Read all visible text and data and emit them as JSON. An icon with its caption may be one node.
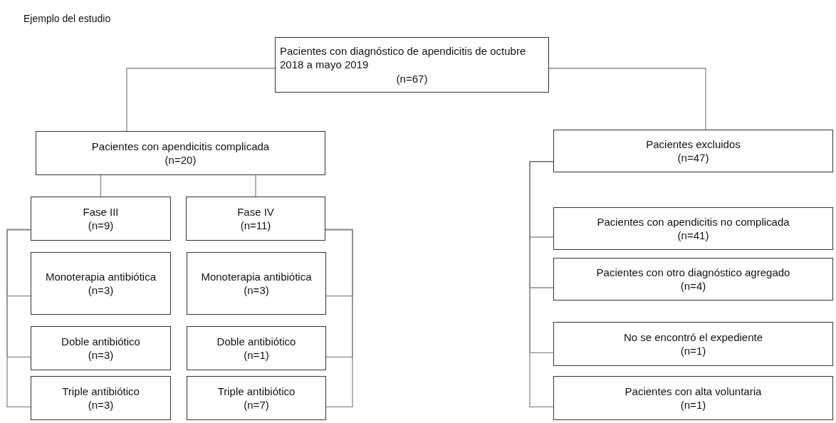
{
  "diagram": {
    "title": "Ejemplo del estudio",
    "nodes": [
      {
        "text": [
          "Pacientes con diagnóstico de apendicitis de octubre 2018 a mayo 2019",
          "(n=67)"
        ]
      },
      {
        "text": [
          "Pacientes con apendicitis complicada",
          "(n=20)"
        ]
      },
      {
        "text": [
          "Pacientes excluidos",
          "(n=47)"
        ]
      },
      {
        "text": [
          "Fase III",
          "(n=9)"
        ]
      },
      {
        "text": [
          "Fase IV",
          "(n=11)"
        ]
      },
      {
        "text": [
          "Pacientes con apendicitis no complicada",
          "(n=41)"
        ]
      },
      {
        "text": [
          "Monoterapia antibiótica",
          "(n=3)"
        ]
      },
      {
        "text": [
          "Monoterapia antibiótica",
          "(n=3)"
        ]
      },
      {
        "text": [
          "Pacientes con otro diagnóstico agregado",
          "(n=4)"
        ]
      },
      {
        "text": [
          "Doble antibiótico",
          "(n=3)"
        ]
      },
      {
        "text": [
          "Doble antibiótico",
          "(n=1)"
        ]
      },
      {
        "text": [
          "No se encontró el expediente",
          "(n=1)"
        ]
      },
      {
        "text": [
          "Triple antibiótico",
          "(n=3)"
        ]
      },
      {
        "text": [
          "Triple antibiótico",
          "(n=7)"
        ]
      },
      {
        "text": [
          "Pacientes con alta voluntaria",
          "(n=1)"
        ]
      }
    ],
    "edges": [
      {
        "from": 0,
        "to": 1,
        "arrow": "none"
      },
      {
        "from": 0,
        "to": 2,
        "arrow": "none"
      },
      {
        "from": 1,
        "to": 3,
        "arrow": "none"
      },
      {
        "from": 1,
        "to": 4,
        "arrow": "none"
      },
      {
        "from": 3,
        "to": 6,
        "arrow": "none"
      },
      {
        "from": 3,
        "to": 9,
        "arrow": "none"
      },
      {
        "from": 3,
        "to": 12,
        "arrow": "none"
      },
      {
        "from": 4,
        "to": 7,
        "arrow": "none"
      },
      {
        "from": 4,
        "to": 10,
        "arrow": "none"
      },
      {
        "from": 4,
        "to": 13,
        "arrow": "none"
      },
      {
        "from": 2,
        "to": 5,
        "arrow": "none"
      },
      {
        "from": 2,
        "to": 8,
        "arrow": "none"
      },
      {
        "from": 2,
        "to": 11,
        "arrow": "none"
      },
      {
        "from": 2,
        "to": 14,
        "arrow": "none"
      }
    ]
  }
}
